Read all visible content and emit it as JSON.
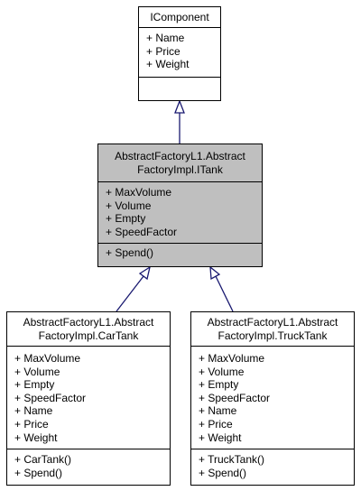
{
  "classes": {
    "icomponent": {
      "title": [
        "IComponent"
      ],
      "attributes": [
        "+ Name",
        "+ Price",
        "+ Weight"
      ],
      "operations": []
    },
    "itank": {
      "title": [
        "AbstractFactoryL1.Abstract",
        "FactoryImpl.ITank"
      ],
      "attributes": [
        "+ MaxVolume",
        "+ Volume",
        "+ Empty",
        "+ SpeedFactor"
      ],
      "operations": [
        "+ Spend()"
      ]
    },
    "cartank": {
      "title": [
        "AbstractFactoryL1.Abstract",
        "FactoryImpl.CarTank"
      ],
      "attributes": [
        "+ MaxVolume",
        "+ Volume",
        "+ Empty",
        "+ SpeedFactor",
        "+ Name",
        "+ Price",
        "+ Weight"
      ],
      "operations": [
        "+ CarTank()",
        "+ Spend()"
      ]
    },
    "trucktank": {
      "title": [
        "AbstractFactoryL1.Abstract",
        "FactoryImpl.TruckTank"
      ],
      "attributes": [
        "+ MaxVolume",
        "+ Volume",
        "+ Empty",
        "+ SpeedFactor",
        "+ Name",
        "+ Price",
        "+ Weight"
      ],
      "operations": [
        "+ TruckTank()",
        "+ Spend()"
      ]
    }
  },
  "colors": {
    "highlight_fill": "#bfbfbf",
    "box_fill": "#ffffff",
    "border": "#000000",
    "edge": "#191970"
  }
}
